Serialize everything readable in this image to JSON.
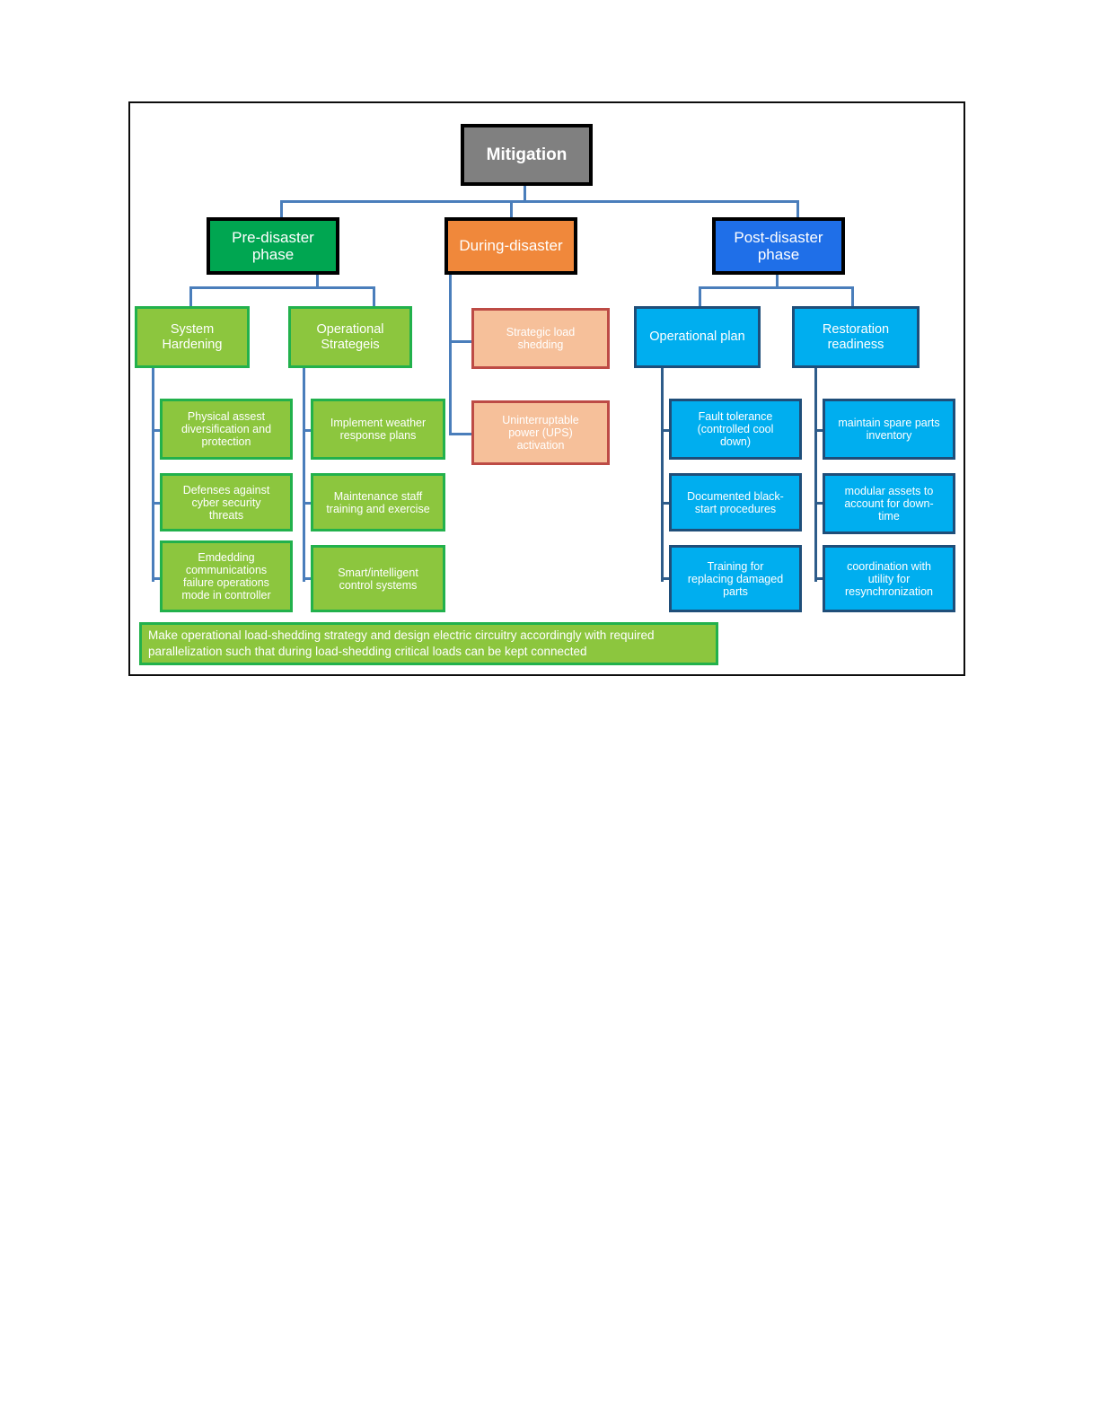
{
  "diagram": {
    "title": "Mitigation",
    "root": {
      "label": "Mitigation"
    },
    "phases": [
      {
        "id": "pre",
        "label": "Pre-disaster\nphase"
      },
      {
        "id": "during",
        "label": "During-disaster"
      },
      {
        "id": "post",
        "label": "Post-disaster\nphase"
      }
    ],
    "categories": [
      {
        "id": "system-hardening",
        "label": "System\nHardening",
        "phase": "pre"
      },
      {
        "id": "operational-strategies",
        "label": "Operational\nStrategeis",
        "phase": "pre"
      },
      {
        "id": "operational-plan",
        "label": "Operational plan",
        "phase": "post"
      },
      {
        "id": "restoration-readiness",
        "label": "Restoration\nreadiness",
        "phase": "post"
      }
    ],
    "leaves": {
      "system_hardening": [
        "Physical assest\ndiversification and\nprotection",
        "Defenses against\ncyber security\nthreats",
        "Emdedding\ncommunications\nfailure operations\nmode in controller"
      ],
      "operational_strategies": [
        "Implement weather\nresponse plans",
        "Maintenance staff\ntraining and exercise",
        "Smart/intelligent\ncontrol systems"
      ],
      "during_disaster": [
        "Strategic load\nshedding",
        "Uninterruptable\npower (UPS)\nactivation"
      ],
      "operational_plan": [
        "Fault tolerance\n(controlled cool\ndown)",
        "Documented black-\nstart procedures",
        "Training for\nreplacing damaged\nparts"
      ],
      "restoration_readiness": [
        "maintain spare parts\ninventory",
        "modular assets to\naccount for down-\ntime",
        "coordination with\nutility for\nresynchronization"
      ]
    },
    "banner": {
      "label": "Make operational load-shedding strategy and design electric circuitry accordingly with required parallelization such that during load-shedding critical loads can be kept connected"
    },
    "colors": {
      "root_fill": "#808080",
      "pre_phase_fill": "#00A651",
      "during_phase_fill": "#F0883B",
      "post_phase_fill": "#1F6FE8",
      "green_node_fill": "#8CC63E",
      "green_node_border": "#22B14C",
      "salmon_node_fill": "#F6C09A",
      "salmon_node_border": "#BD4B45",
      "blue_node_fill": "#00AEEF",
      "blue_node_border": "#1F4E79",
      "connector": "#4A7EBB",
      "frame_border": "#0D0D0D",
      "text": "#FFFFFF"
    }
  }
}
